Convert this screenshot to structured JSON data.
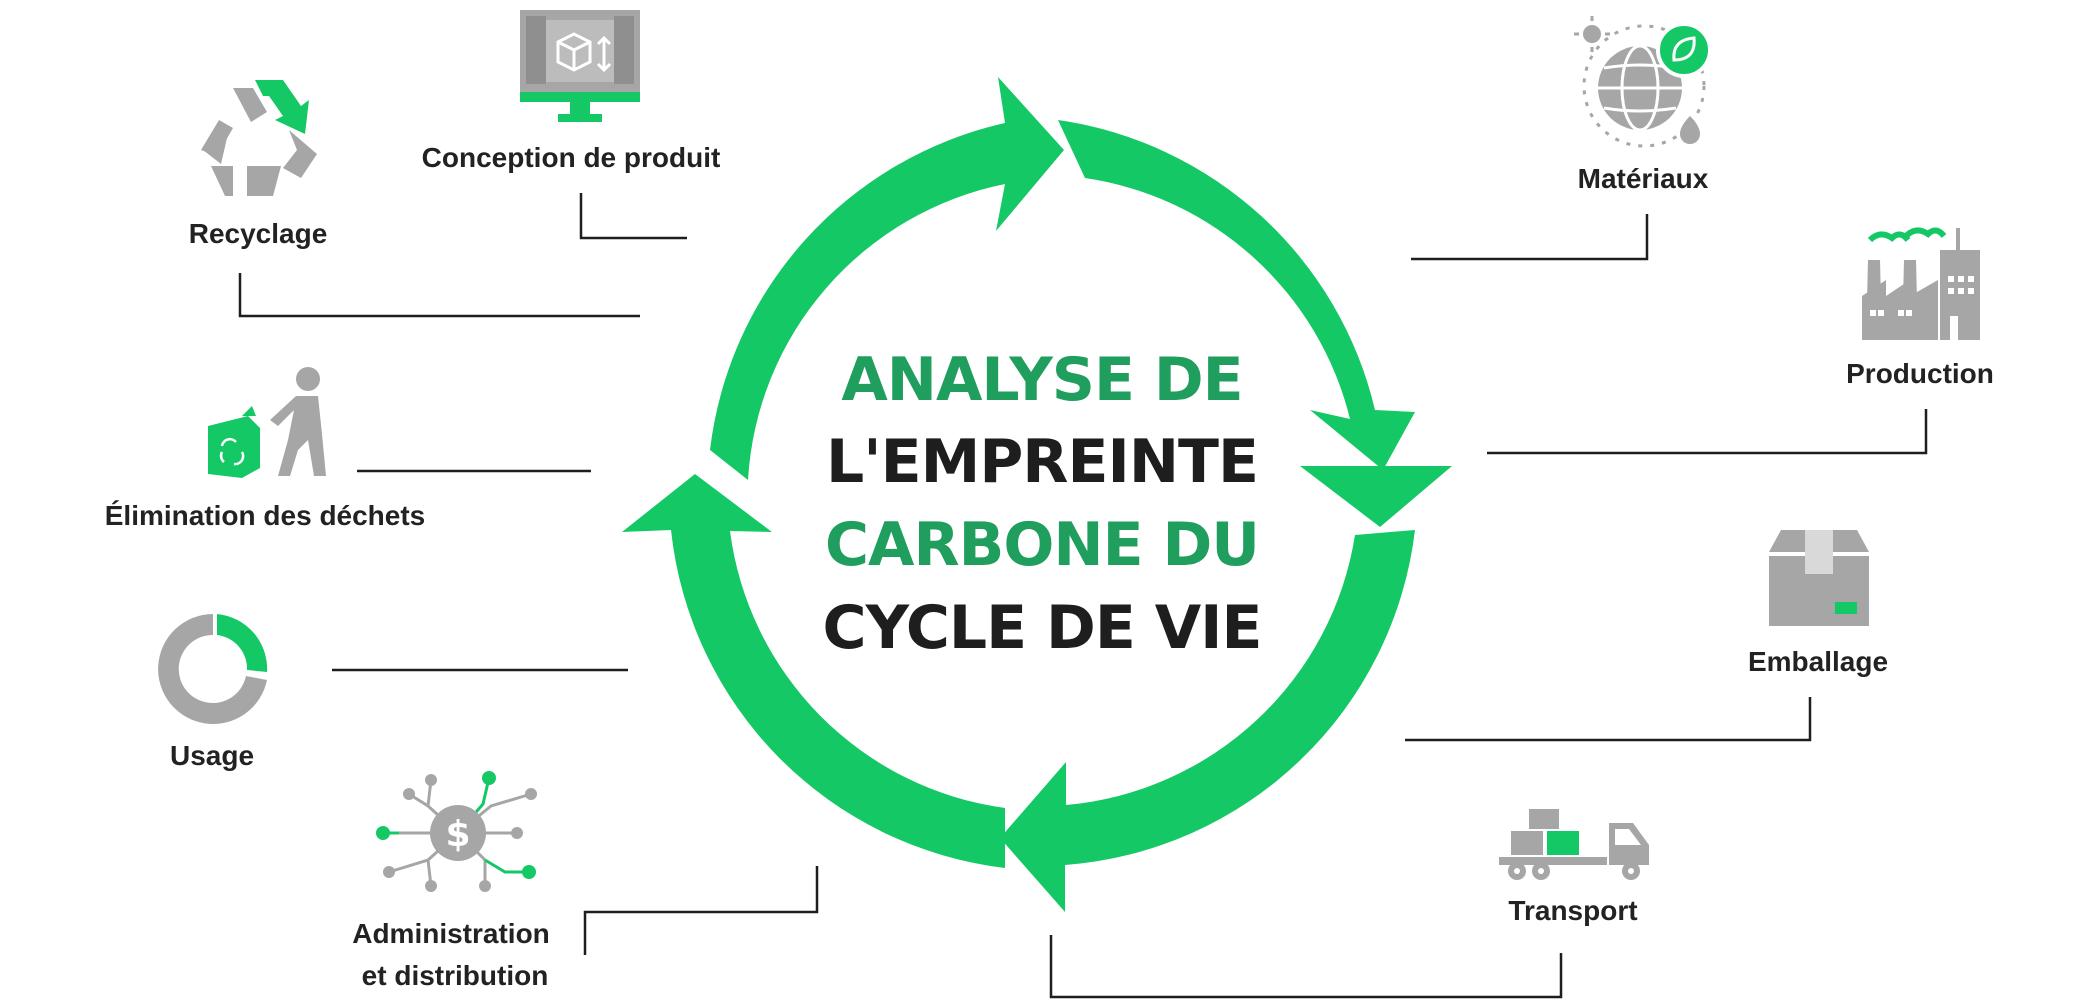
{
  "title": {
    "line1": "ANALYSE DE",
    "line2": "L'EMPREINTE",
    "line3": "CARBONE DU",
    "line4": "CYCLE DE VIE"
  },
  "stages": {
    "conception": "Conception de produit",
    "recyclage": "Recyclage",
    "elimination": "Élimination des déchets",
    "usage": "Usage",
    "administration_line1": "Administration",
    "administration_line2": "et distribution",
    "materiaux": "Matériaux",
    "production": "Production",
    "emballage": "Emballage",
    "transport": "Transport"
  },
  "colors": {
    "accent_green": "#15c866",
    "title_green": "#1f9e5e",
    "icon_gray": "#a6a6a6",
    "text_dark": "#222222"
  },
  "icons": {
    "conception": "monitor-3d-design-icon",
    "recyclage": "recycle-icon",
    "elimination": "person-with-trash-bag-icon",
    "usage": "usage-ring-icon",
    "administration": "dollar-network-icon",
    "materiaux": "globe-leaf-icon",
    "production": "factory-icon",
    "emballage": "box-icon",
    "transport": "truck-icon"
  }
}
